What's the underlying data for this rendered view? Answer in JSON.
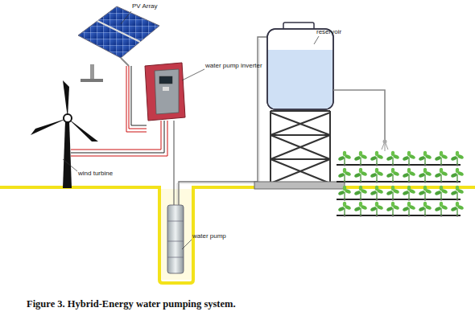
{
  "diagram": {
    "caption": "Figure 3. Hybrid-Energy water pumping system.",
    "labels": [
      "PV Array",
      "water pump inverter",
      "reservoir",
      "wind turbine",
      "water pump"
    ]
  }
}
